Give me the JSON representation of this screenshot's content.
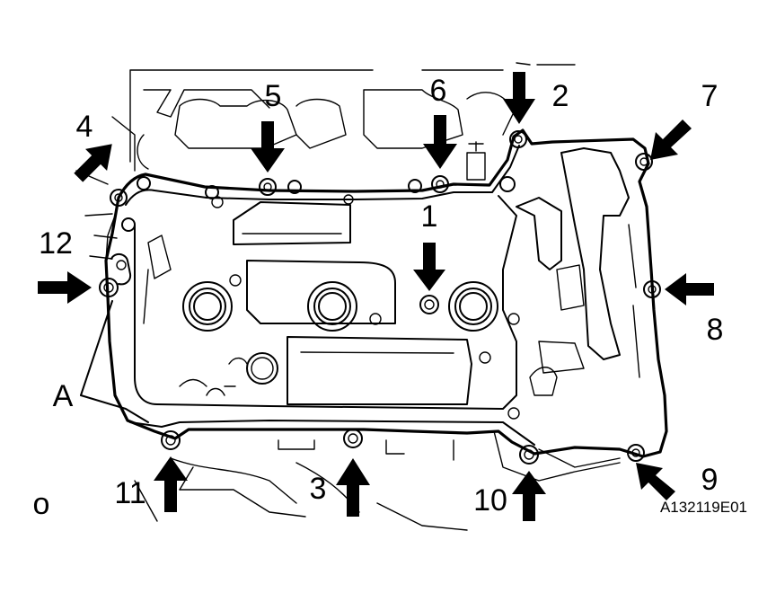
{
  "diagram": {
    "figure_code": "A132119E01",
    "corner_mark": "o",
    "detail_label": "A",
    "bolts": [
      {
        "label": "1"
      },
      {
        "label": "2"
      },
      {
        "label": "3"
      },
      {
        "label": "4"
      },
      {
        "label": "5"
      },
      {
        "label": "6"
      },
      {
        "label": "7"
      },
      {
        "label": "8"
      },
      {
        "label": "9"
      },
      {
        "label": "10"
      },
      {
        "label": "11"
      },
      {
        "label": "12"
      }
    ]
  }
}
